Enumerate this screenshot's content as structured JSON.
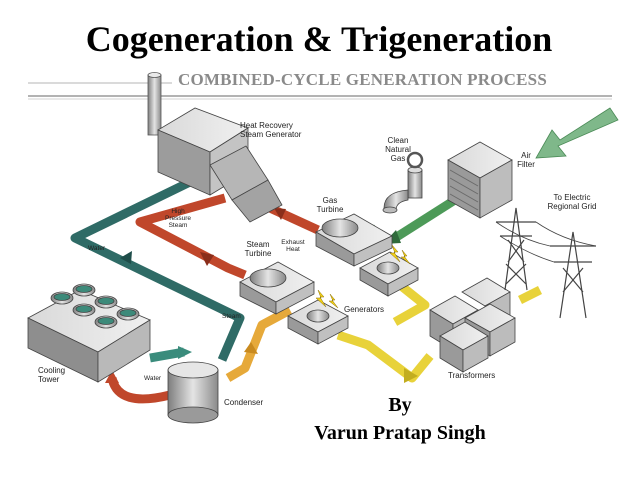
{
  "title": "Cogeneration & Trigeneration",
  "subtitle": "COMBINED-CYCLE GENERATION PROCESS",
  "byline": {
    "by": "By",
    "author": "Varun Pratap Singh"
  },
  "labels": {
    "hrsg": [
      "Heat Recovery",
      "Steam Generator"
    ],
    "clean_gas": [
      "Clean",
      "Natural",
      "Gas"
    ],
    "air_filter": [
      "Air",
      "Filter"
    ],
    "grid": [
      "To Electric",
      "Regional Grid"
    ],
    "hp_steam": [
      "High",
      "Pressure",
      "Steam"
    ],
    "gas_turbine": [
      "Gas",
      "Turbine"
    ],
    "steam_turbine": [
      "Steam",
      "Turbine"
    ],
    "exhaust_heat": [
      "Exhaust",
      "Heat"
    ],
    "water_top": "Water",
    "steam": "Steam",
    "generators": "Generators",
    "cooling_tower": [
      "Cooling",
      "Tower"
    ],
    "water_bottom": "Water",
    "condenser": "Condenser",
    "transformers": "Transformers"
  },
  "colors": {
    "water": "#2f6b66",
    "hp_steam": "#c0472b",
    "steam": "#e6a93a",
    "power": "#e8d23a",
    "air": "#4d9a58",
    "equipment": "#a9a9a9"
  }
}
